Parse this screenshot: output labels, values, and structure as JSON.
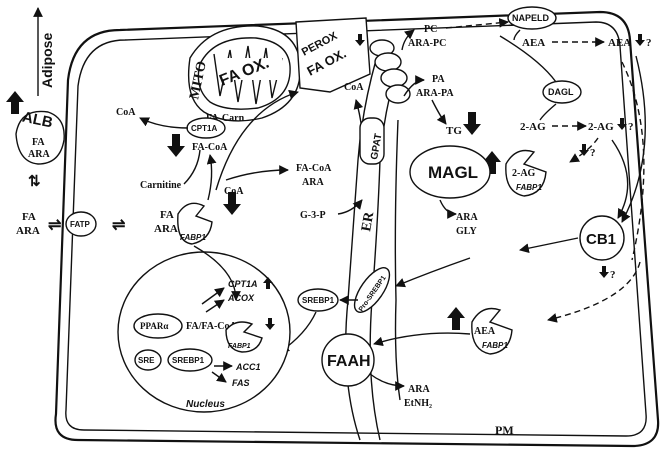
{
  "side": {
    "adipose": "Adipose",
    "alb": "ALB",
    "alb_fa": "FA",
    "alb_ara": "ARA",
    "free_fa": "FA",
    "free_ara": "ARA",
    "fatp": "FATP"
  },
  "cyto": {
    "fa": "FA",
    "ara": "ARA",
    "fabp1": "FABP1",
    "coa_left": "CoA",
    "coa_mid": "CoA",
    "coa_er": "CoA",
    "carnitine": "Carnitine",
    "cpt1a": "CPT1A",
    "fa_coa": "FA-CoA",
    "fa_carn": "FA-Carn",
    "mito": "MITO",
    "fa_ox": "FA OX.",
    "perox": "PEROX",
    "perox_faox": "FA OX.",
    "facoa_ara_1": "FA-CoA",
    "facoa_ara_2": "ARA",
    "g3p": "G-3-P"
  },
  "er": {
    "label": "ER",
    "gpat": "GPAT",
    "pc": "PC",
    "ara_pc": "ARA-PC",
    "pa": "PA",
    "ara_pa": "ARA-PA",
    "tg": "TG",
    "napeld": "NAPELD",
    "aea": "AEA",
    "aea2": "AEA",
    "dagl": "DAGL",
    "two_ag": "2-AG",
    "two_ag2": "2-AG",
    "two_ag3": "2-AG",
    "q": "?",
    "fabp1": "FABP1",
    "magl": "MAGL",
    "ara_out": "ARA",
    "gly": "GLY",
    "cb1": "CB1",
    "pro_srebp1": "Pro-SREBP1",
    "srebp1": "SREBP1",
    "faah": "FAAH",
    "aea_faah": "AEA",
    "fabp1_b": "FABP1",
    "ara_etnh2_1": "ARA",
    "ara_etnh2_2": "EtNH₂",
    "pm": "PM"
  },
  "nucleus": {
    "label": "Nucleus",
    "ppara": "PPARα",
    "fa_facoa": "FA/FA-CoA",
    "fabp1": "FABP1",
    "cpt1a": "CPT1A",
    "acox": "ACOX",
    "sre": "SRE",
    "srebp1": "SREBP1",
    "acc1": "ACC1",
    "fas": "FAS"
  }
}
